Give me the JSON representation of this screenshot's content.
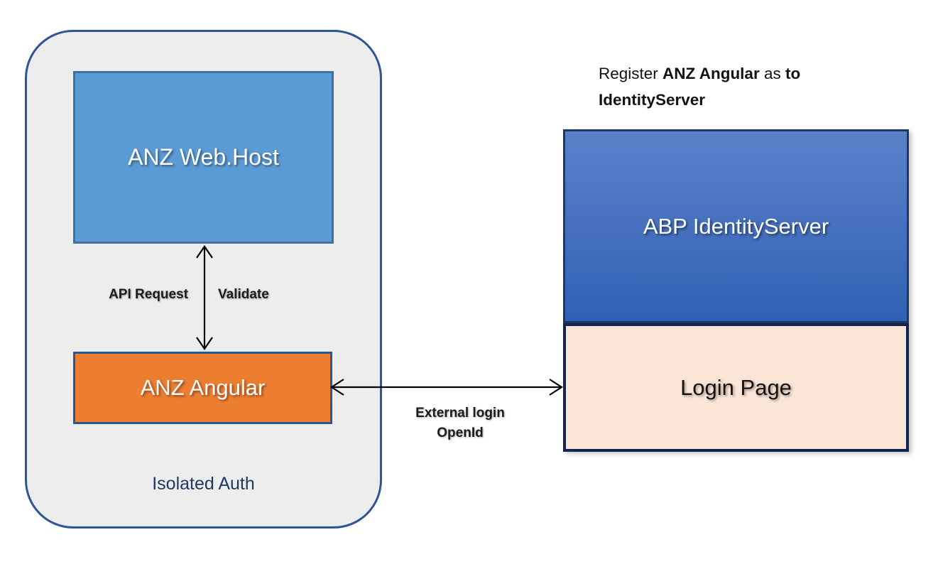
{
  "diagram": {
    "isolated_group": {
      "label": "Isolated Auth",
      "webhost_label": "ANZ Web.Host",
      "angular_label": "ANZ Angular",
      "arrow_label_left": "API Request",
      "arrow_label_right": "Validate"
    },
    "caption": {
      "part1": "Register ",
      "bold1": "ANZ Angular",
      "part2": " as ",
      "bold2": "to IdentityServer"
    },
    "identity_group": {
      "server_label": "ABP IdentityServer",
      "login_label": "Login Page"
    },
    "external_arrow": {
      "line1": "External login",
      "line2": "OpenId"
    },
    "colors": {
      "group_fill": "#EDEDEE",
      "group_border": "#2F5597",
      "webhost_fill": "#5B9BD5",
      "webhost_border": "#41719C",
      "angular_fill": "#ED7D31",
      "angular_border": "#2E5597",
      "idserver_gradient_top": "#5A82CA",
      "idserver_gradient_bottom": "#2E62B5",
      "idserver_border": "#1F3864",
      "login_fill": "#FBE5D6",
      "login_border": "#13254E",
      "isolated_label_color": "#1F3864"
    }
  }
}
